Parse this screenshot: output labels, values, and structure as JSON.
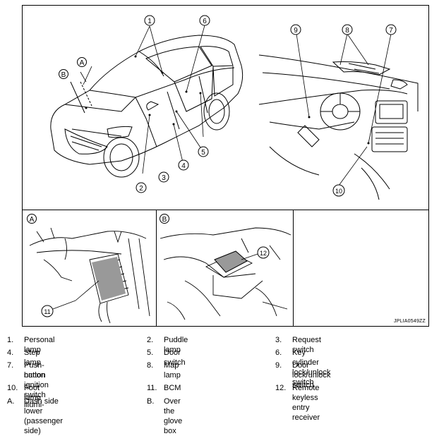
{
  "image_code": "JPLIA0549ZZ",
  "panel_labels": {
    "a": "A",
    "b": "B"
  },
  "callouts": [
    "1",
    "2",
    "3",
    "4",
    "5",
    "6",
    "7",
    "8",
    "9",
    "10",
    "11",
    "12"
  ],
  "legend": [
    {
      "num": "1.",
      "text": "Personal lamp"
    },
    {
      "num": "2.",
      "text": "Puddle lamp"
    },
    {
      "num": "3.",
      "text": "Request switch"
    },
    {
      "num": "4.",
      "text": "Step lamp"
    },
    {
      "num": "5.",
      "text": "Door switch"
    },
    {
      "num": "6.",
      "text": "Key cylinder lock/unlock switch"
    },
    {
      "num": "7.",
      "text": "Push-button ignition switch illumi-",
      "text2": "nation"
    },
    {
      "num": "8.",
      "text": "Map lamp"
    },
    {
      "num": "9.",
      "text": "Door lock/unlock switch"
    },
    {
      "num": "10.",
      "text": "Foot lamp"
    },
    {
      "num": "11.",
      "text": "BCM"
    },
    {
      "num": "12.",
      "text": "Remote keyless entry receiver"
    },
    {
      "num": "A.",
      "text": "Dash side lower (passenger side)"
    },
    {
      "num": "B.",
      "text": "Over the glove box"
    }
  ]
}
